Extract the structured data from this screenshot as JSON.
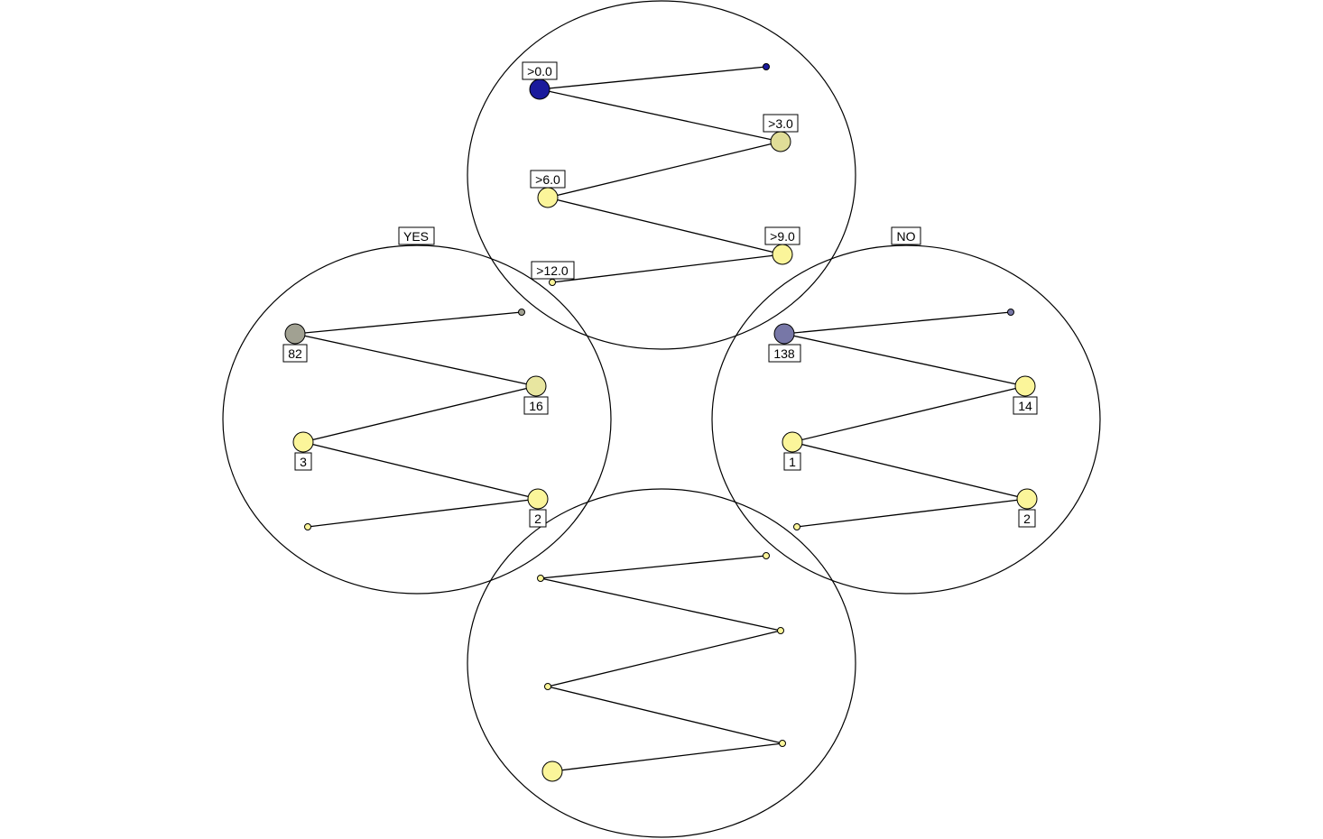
{
  "diagram": {
    "top": {
      "levels": [
        {
          "label": ">0.0",
          "color": "#1a1a9c"
        },
        {
          "color": "#1a1a9c"
        },
        {
          "label": ">3.0",
          "color": "#e0dd98"
        },
        {
          "label": ">6.0",
          "color": "#fbf59a"
        },
        {
          "label": ">9.0",
          "color": "#fbf59a"
        },
        {
          "label": ">12.0",
          "color": "#fbf59a"
        }
      ]
    },
    "left": {
      "label": "YES",
      "counts": [
        "82",
        "16",
        "3",
        "2"
      ],
      "colors": [
        "#a1a192",
        "#a1a192",
        "#e8e6a0",
        "#fbf59a",
        "#fbf59a",
        "#fbf59a"
      ]
    },
    "right": {
      "label": "NO",
      "counts": [
        "138",
        "14",
        "1",
        "2"
      ],
      "colors": [
        "#7777a7",
        "#7777a7",
        "#fbf59a",
        "#fbf59a",
        "#fbf59a",
        "#fbf59a"
      ]
    },
    "bottom": {
      "colors": [
        "#fbf59a",
        "#fbf59a",
        "#fbf59a",
        "#fbf59a",
        "#fbf59a",
        "#fbf59a"
      ]
    }
  }
}
